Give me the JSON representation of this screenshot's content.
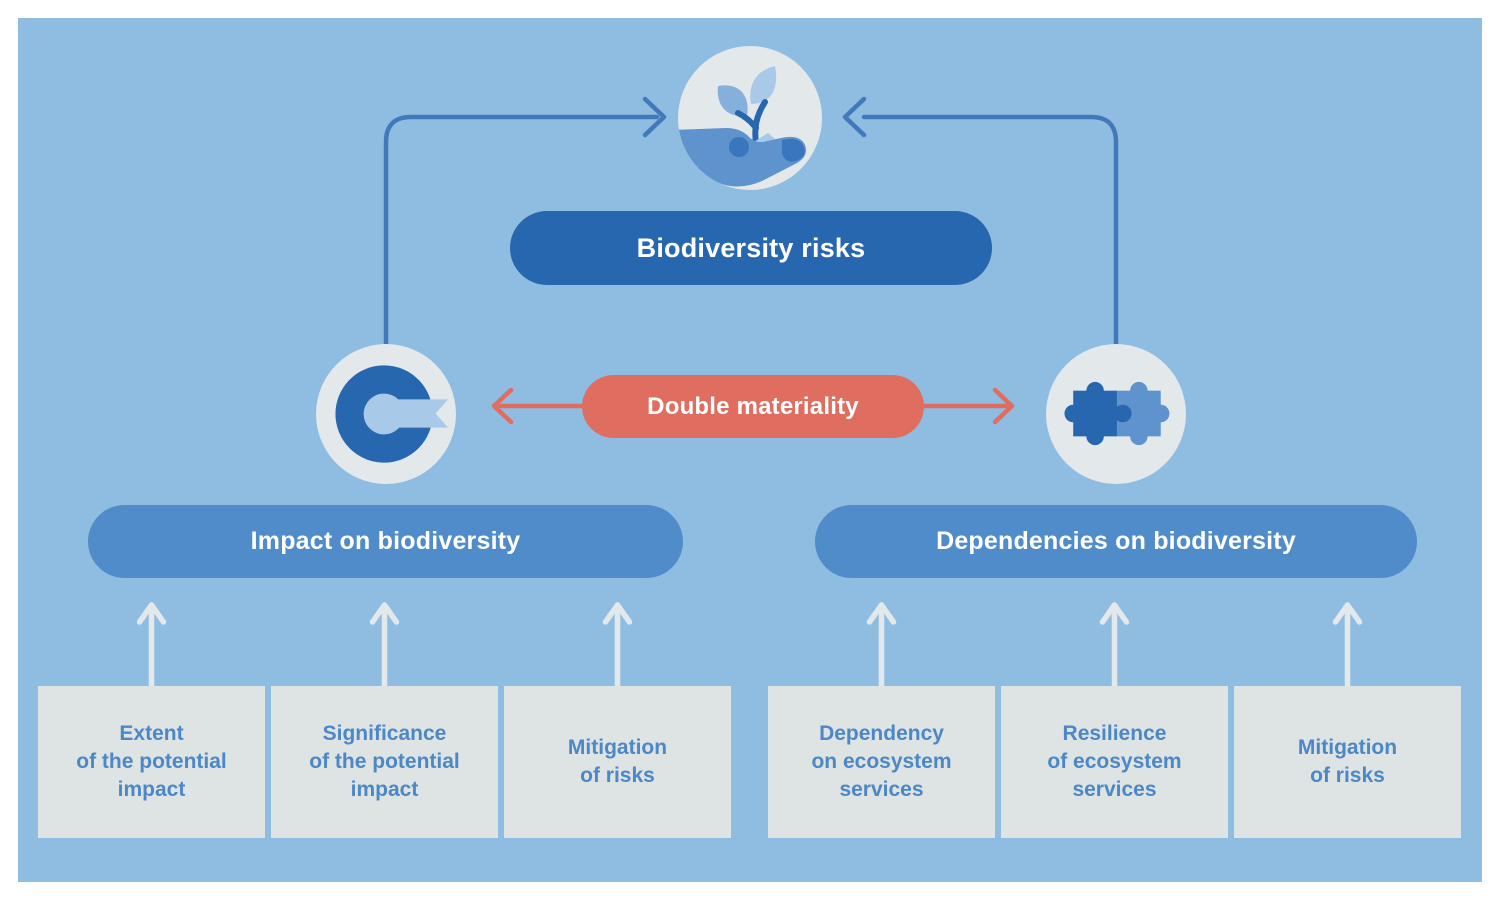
{
  "diagram": {
    "nodes": {
      "biodiversity_risks": {
        "label": "Biodiversity risks"
      },
      "double_materiality": {
        "label": "Double materiality"
      },
      "impact": {
        "label": "Impact on biodiversity"
      },
      "dependencies": {
        "label": "Dependencies on biodiversity"
      }
    },
    "factors": [
      {
        "group": "impact",
        "lines": [
          "Extent",
          "of the potential",
          "impact"
        ]
      },
      {
        "group": "impact",
        "lines": [
          "Significance",
          "of the potential",
          "impact"
        ]
      },
      {
        "group": "impact",
        "lines": [
          "Mitigation",
          "of risks"
        ]
      },
      {
        "group": "dependencies",
        "lines": [
          "Dependency",
          "on ecosystem",
          "services"
        ]
      },
      {
        "group": "dependencies",
        "lines": [
          "Resilience",
          "of ecosystem",
          "services"
        ]
      },
      {
        "group": "dependencies",
        "lines": [
          "Mitigation",
          "of risks"
        ]
      }
    ],
    "icons": [
      "hand-holding-plant-icon",
      "impact-target-icon",
      "puzzle-pieces-icon"
    ],
    "colors": {
      "background_blue": "#8fbce1",
      "dark_blue": "#2767b0",
      "medium_blue": "#4f8cc9",
      "light_blue": "#a9c9e9",
      "salmon": "#e06e60",
      "box_gray": "#dee3e4",
      "icon_circle_gray": "#e3e9eb",
      "box_text_blue": "#4c88c6",
      "connector_blue": "#4179bb",
      "up_arrow_gray": "#e3e8ea"
    }
  }
}
